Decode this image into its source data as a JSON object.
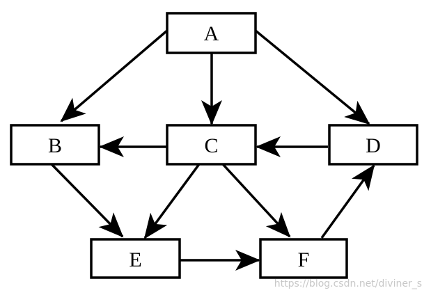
{
  "colors": {
    "stroke": "#000000",
    "fill": "#ffffff",
    "watermark": "#c8c8c8"
  },
  "nodes": [
    {
      "id": "A",
      "label": "A"
    },
    {
      "id": "B",
      "label": "B"
    },
    {
      "id": "C",
      "label": "C"
    },
    {
      "id": "D",
      "label": "D"
    },
    {
      "id": "E",
      "label": "E"
    },
    {
      "id": "F",
      "label": "F"
    }
  ],
  "edges": [
    {
      "from": "A",
      "to": "B"
    },
    {
      "from": "A",
      "to": "C"
    },
    {
      "from": "A",
      "to": "D"
    },
    {
      "from": "C",
      "to": "B"
    },
    {
      "from": "D",
      "to": "C"
    },
    {
      "from": "B",
      "to": "E"
    },
    {
      "from": "C",
      "to": "E"
    },
    {
      "from": "C",
      "to": "F"
    },
    {
      "from": "E",
      "to": "F"
    },
    {
      "from": "F",
      "to": "D"
    }
  ],
  "watermark": "https://blog.csdn.net/diviner_s"
}
